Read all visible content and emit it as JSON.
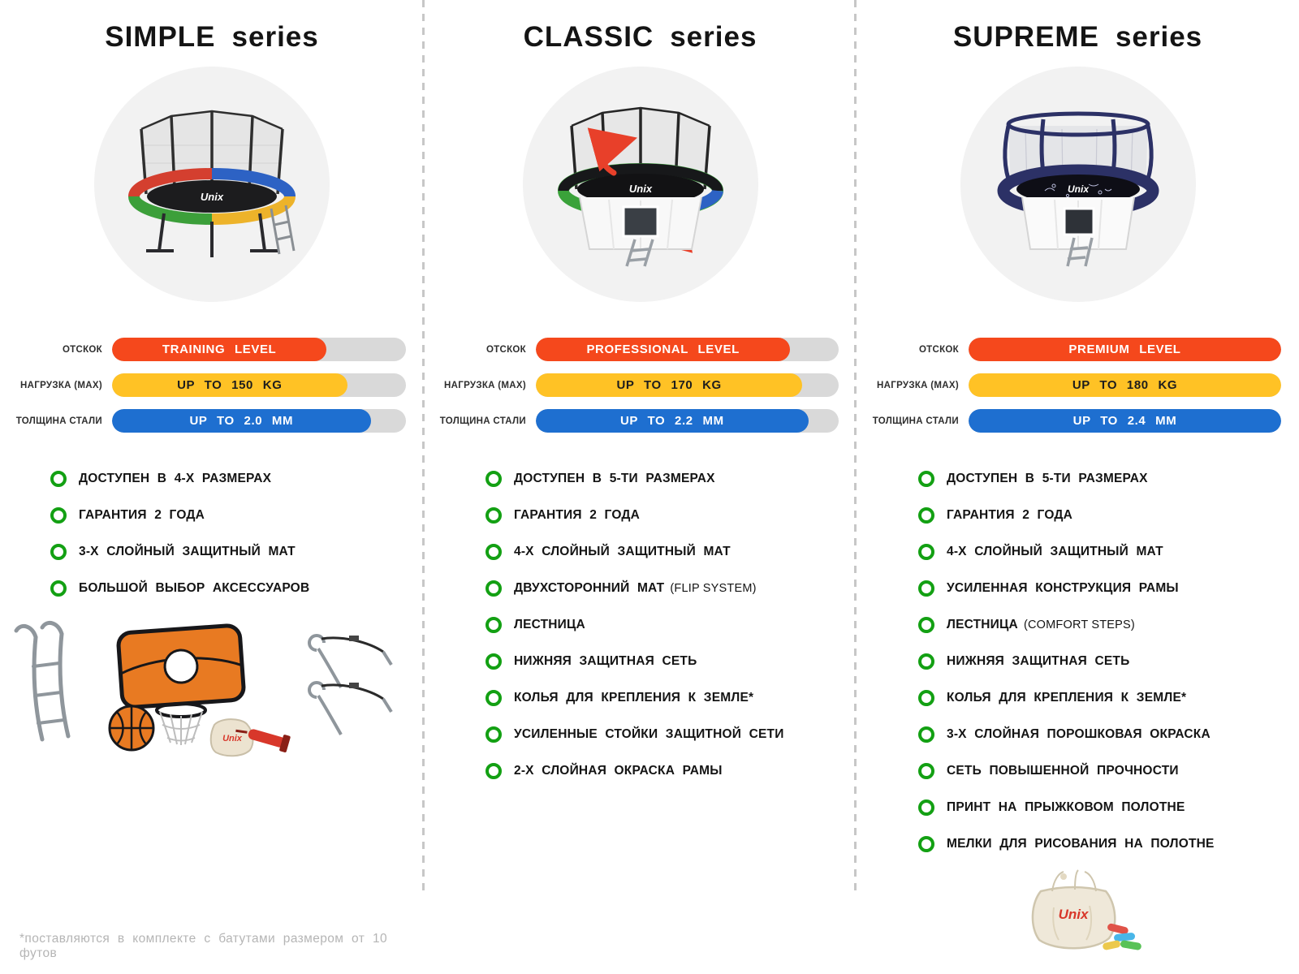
{
  "brand": "Unix",
  "colors": {
    "accent_orange": "#f5481c",
    "accent_yellow": "#ffc225",
    "accent_blue": "#1e6fd0",
    "bullet_green": "#13a013",
    "track_gray": "#d9d9d9"
  },
  "footer": {
    "note": "*поставляются в комплекте с батутами размером от 10 футов"
  },
  "columns": [
    {
      "title": "SIMPLE",
      "subtitle": "series",
      "stats": [
        {
          "label": "ОТСКОК",
          "value": "TRAINING LEVEL",
          "color": "#f5481c",
          "text_color": "#ffffff",
          "fill_pct": 73
        },
        {
          "label": "НАГРУЗКА (MAX)",
          "value": "UP TO 150 KG",
          "color": "#ffc225",
          "text_color": "#1d1d1d",
          "fill_pct": 80
        },
        {
          "label": "ТОЛЩИНА СТАЛИ",
          "value": "UP TO 2.0 MM",
          "color": "#1e6fd0",
          "text_color": "#ffffff",
          "fill_pct": 88
        }
      ],
      "features": [
        {
          "text": "ДОСТУПЕН В 4-Х РАЗМЕРАХ"
        },
        {
          "text": "ГАРАНТИЯ 2 ГОДА"
        },
        {
          "text": "3-Х СЛОЙНЫЙ ЗАЩИТНЫЙ МАТ"
        },
        {
          "text": "БОЛЬШОЙ ВЫБОР АКСЕССУАРОВ"
        }
      ]
    },
    {
      "title": "CLASSIC",
      "subtitle": "series",
      "stats": [
        {
          "label": "ОТСКОК",
          "value": "PROFESSIONAL LEVEL",
          "color": "#f5481c",
          "text_color": "#ffffff",
          "fill_pct": 84
        },
        {
          "label": "НАГРУЗКА (MAX)",
          "value": "UP TO 170 KG",
          "color": "#ffc225",
          "text_color": "#1d1d1d",
          "fill_pct": 88
        },
        {
          "label": "ТОЛЩИНА СТАЛИ",
          "value": "UP TO 2.2 MM",
          "color": "#1e6fd0",
          "text_color": "#ffffff",
          "fill_pct": 90
        }
      ],
      "features": [
        {
          "text": "ДОСТУПЕН В 5-ТИ РАЗМЕРАХ"
        },
        {
          "text": "ГАРАНТИЯ 2 ГОДА"
        },
        {
          "text": "4-Х СЛОЙНЫЙ ЗАЩИТНЫЙ МАТ"
        },
        {
          "text": "ДВУХСТОРОННИЙ МАТ",
          "note": "(FLIP SYSTEM)"
        },
        {
          "text": "ЛЕСТНИЦА"
        },
        {
          "text": "НИЖНЯЯ ЗАЩИТНАЯ СЕТЬ"
        },
        {
          "text": "КОЛЬЯ ДЛЯ КРЕПЛЕНИЯ К ЗЕМЛЕ*"
        },
        {
          "text": "УСИЛЕННЫЕ СТОЙКИ ЗАЩИТНОЙ СЕТИ"
        },
        {
          "text": "2-Х СЛОЙНАЯ ОКРАСКА РАМЫ"
        }
      ]
    },
    {
      "title": "SUPREME",
      "subtitle": "series",
      "stats": [
        {
          "label": "ОТСКОК",
          "value": "PREMIUM LEVEL",
          "color": "#f5481c",
          "text_color": "#ffffff",
          "fill_pct": 100
        },
        {
          "label": "НАГРУЗКА (MAX)",
          "value": "UP TO 180 KG",
          "color": "#ffc225",
          "text_color": "#1d1d1d",
          "fill_pct": 100
        },
        {
          "label": "ТОЛЩИНА СТАЛИ",
          "value": "UP TO 2.4 MM",
          "color": "#1e6fd0",
          "text_color": "#ffffff",
          "fill_pct": 100
        }
      ],
      "features": [
        {
          "text": "ДОСТУПЕН В 5-ТИ РАЗМЕРАХ"
        },
        {
          "text": "ГАРАНТИЯ 2 ГОДА"
        },
        {
          "text": "4-Х СЛОЙНЫЙ ЗАЩИТНЫЙ МАТ"
        },
        {
          "text": "УСИЛЕННАЯ КОНСТРУКЦИЯ РАМЫ"
        },
        {
          "text": "ЛЕСТНИЦА",
          "note": "(COMFORT STEPS)"
        },
        {
          "text": "НИЖНЯЯ ЗАЩИТНАЯ СЕТЬ"
        },
        {
          "text": "КОЛЬЯ ДЛЯ КРЕПЛЕНИЯ К ЗЕМЛЕ*"
        },
        {
          "text": "3-Х СЛОЙНАЯ ПОРОШКОВАЯ ОКРАСКА"
        },
        {
          "text": "СЕТЬ ПОВЫШЕННОЙ ПРОЧНОСТИ"
        },
        {
          "text": "ПРИНТ НА ПРЫЖКОВОМ ПОЛОТНЕ"
        },
        {
          "text": "МЕЛКИ ДЛЯ РИСОВАНИЯ НА ПОЛОТНЕ"
        }
      ]
    }
  ]
}
